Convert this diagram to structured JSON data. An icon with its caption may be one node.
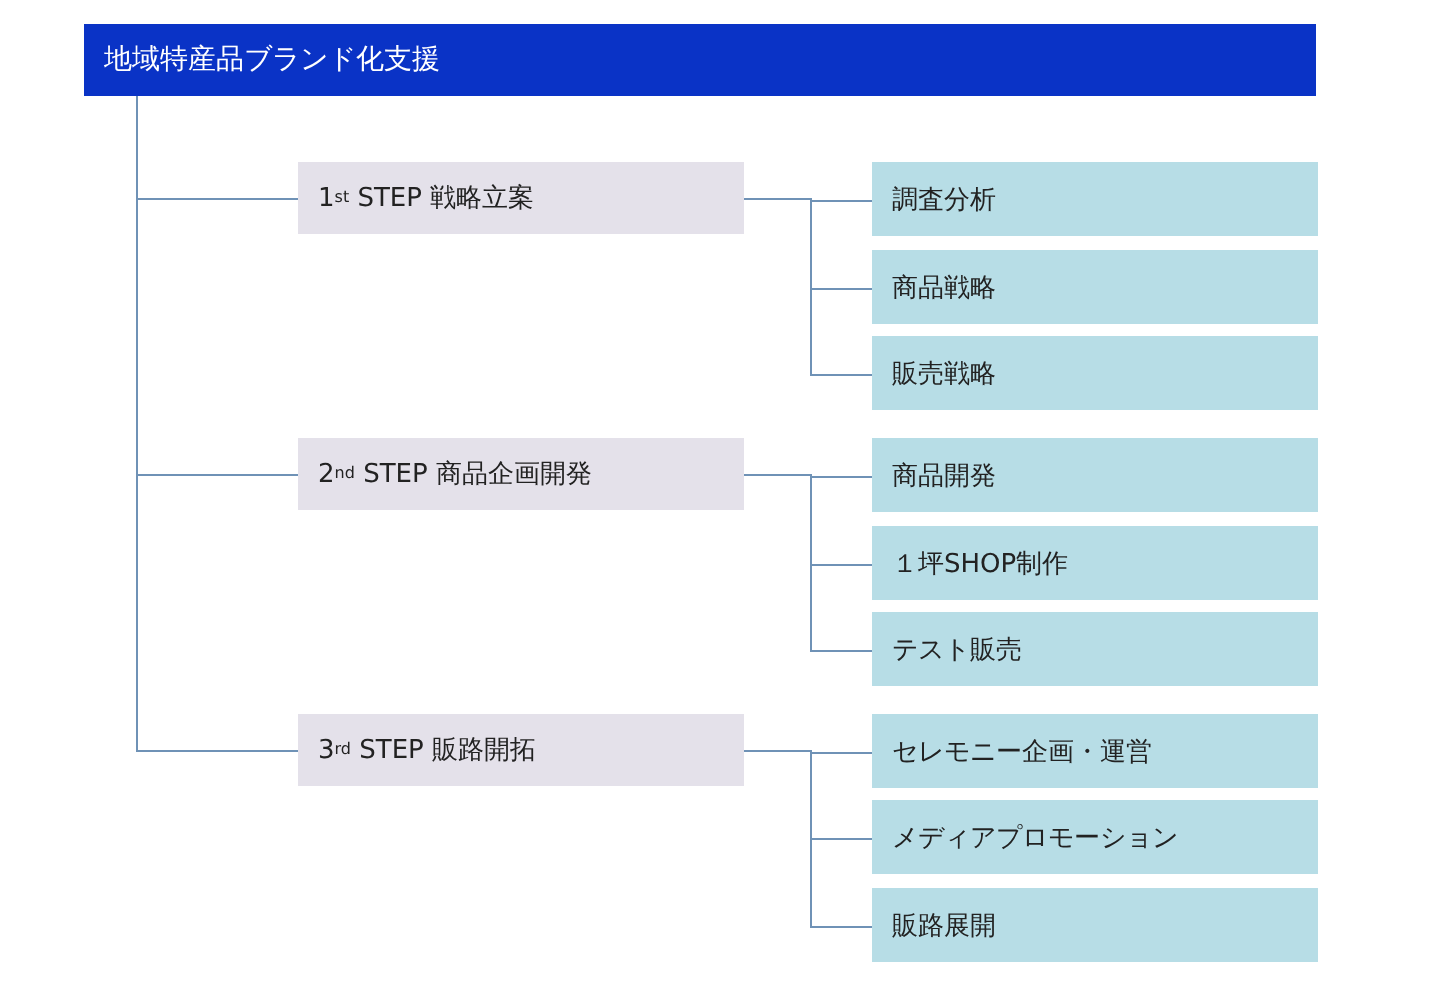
{
  "diagram": {
    "nodes": [
      {
        "text": [
          "地域特産品ブランド化支援"
        ]
      },
      {
        "text": [
          "1$^{st}$ STEP 戦略立案"
        ]
      },
      {
        "text": [
          "調査分析"
        ]
      },
      {
        "text": [
          "商品戦略"
        ]
      },
      {
        "text": [
          "販売戦略"
        ]
      },
      {
        "text": [
          "2$^{nd}$ STEP 商品企画開発"
        ]
      },
      {
        "text": [
          "商品開発"
        ]
      },
      {
        "text": [
          "１坪SHOP制作"
        ]
      },
      {
        "text": [
          "テスト販売"
        ]
      },
      {
        "text": [
          "3$^{rd}$ STEP 販路開拓"
        ]
      },
      {
        "text": [
          "セレモニー企画・運営"
        ]
      },
      {
        "text": [
          "メディアプロモーション"
        ]
      },
      {
        "text": [
          "販路展開"
        ]
      }
    ],
    "edges": [
      {
        "from": 0,
        "to": 1,
        "arrow": "none"
      },
      {
        "from": 0,
        "to": 5,
        "arrow": "none"
      },
      {
        "from": 0,
        "to": 9,
        "arrow": "none"
      },
      {
        "from": 1,
        "to": 2,
        "arrow": "none"
      },
      {
        "from": 1,
        "to": 3,
        "arrow": "none"
      },
      {
        "from": 1,
        "to": 4,
        "arrow": "none"
      },
      {
        "from": 5,
        "to": 6,
        "arrow": "none"
      },
      {
        "from": 5,
        "to": 7,
        "arrow": "none"
      },
      {
        "from": 5,
        "to": 8,
        "arrow": "none"
      },
      {
        "from": 9,
        "to": 10,
        "arrow": "none"
      },
      {
        "from": 9,
        "to": 11,
        "arrow": "none"
      },
      {
        "from": 9,
        "to": 12,
        "arrow": "none"
      }
    ]
  }
}
